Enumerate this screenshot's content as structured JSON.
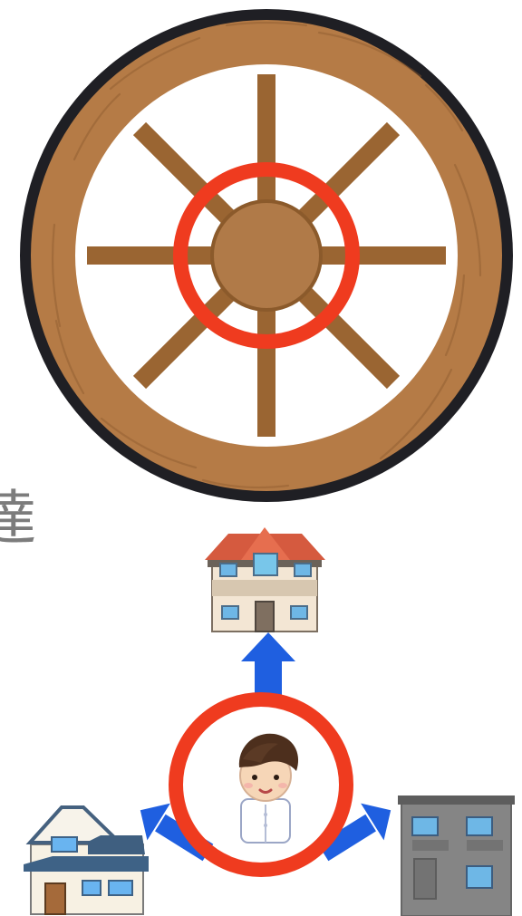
{
  "page": {
    "background": "#ffffff"
  },
  "text": {
    "partial_label": "達"
  },
  "illustrations": {
    "wheel": {
      "name": "wooden-wagon-wheel",
      "spokes": 8,
      "rim_color": "#b57b46",
      "spoke_color": "#9a6532",
      "hub_color": "#b07a48",
      "tire_color": "#1f1f24",
      "highlight_ring_color": "#ef3b1f"
    },
    "network": {
      "center_icon": "person-icon",
      "target_icons": [
        "house-top-icon",
        "house-left-icon",
        "apartment-right-icon"
      ],
      "arrow_color": "#1f5fe0",
      "highlight_ring_color": "#ef3b1f"
    }
  }
}
